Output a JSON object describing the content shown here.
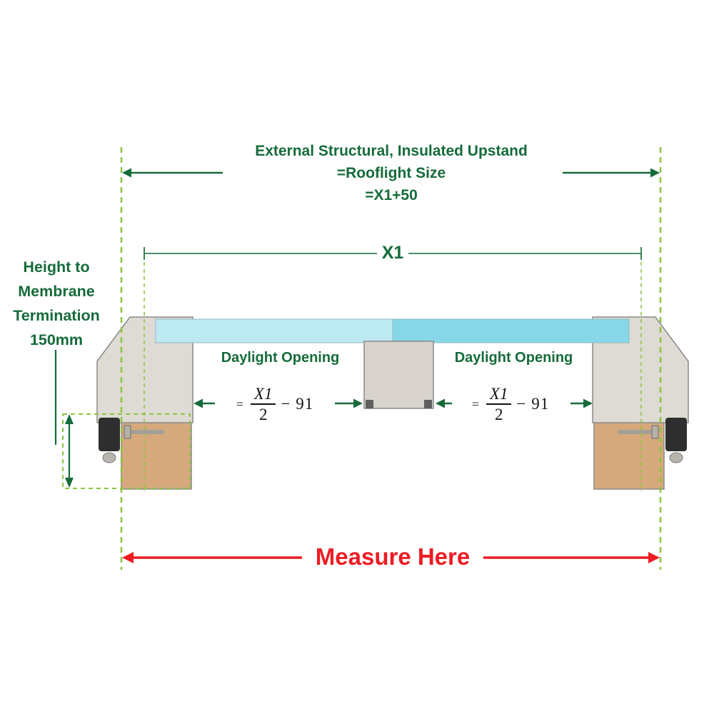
{
  "colors": {
    "green_dark": "#156b3a",
    "green_light": "#8bc53f",
    "red": "#ed1c24",
    "glass_left": "#bce9f2",
    "glass_right": "#86d8e8",
    "aluminium": "#dedad4",
    "aluminium_border": "#8a8a8a",
    "timber": "#d6a97c",
    "bar": "#d8d4cd"
  },
  "top_dimension": {
    "line1": "External Structural, Insulated Upstand",
    "line2": "=Rooflight Size",
    "line3": "=X1+50"
  },
  "x1_dimension": {
    "label": "X1"
  },
  "height_label": {
    "line1": "Height to",
    "line2": "Membrane",
    "line3": "Termination",
    "line4": "150mm"
  },
  "daylight_left": {
    "label": "Daylight Opening",
    "formula": {
      "equals": "=",
      "numerator": "X1",
      "denominator": "2",
      "suffix": "− 91"
    }
  },
  "daylight_right": {
    "label": "Daylight Opening",
    "formula": {
      "equals": "=",
      "numerator": "X1",
      "denominator": "2",
      "suffix": "− 91"
    }
  },
  "measure": {
    "label": "Measure Here"
  }
}
